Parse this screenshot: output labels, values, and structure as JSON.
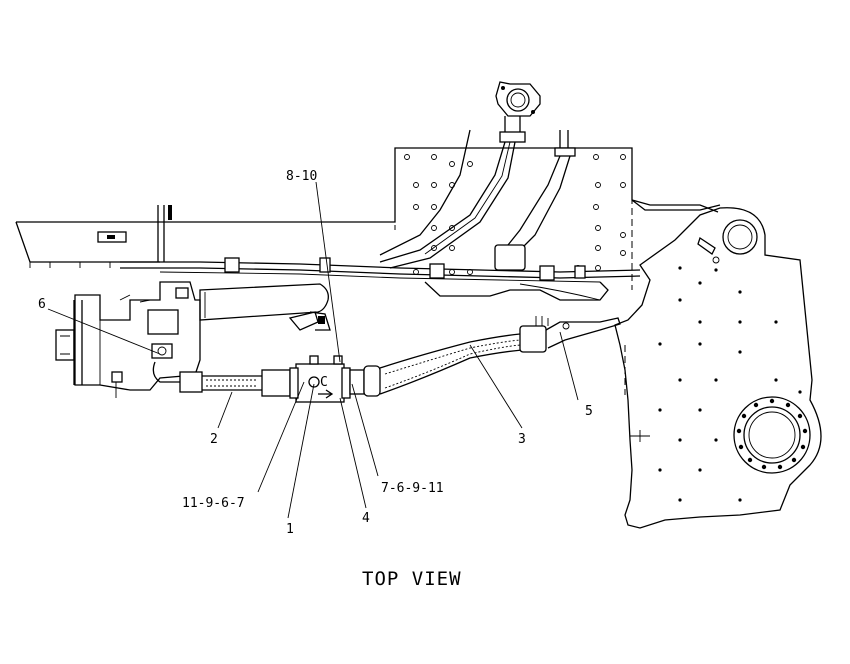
{
  "diagram": {
    "caption": "TOP VIEW",
    "callouts": {
      "c1": "1",
      "c2": "2",
      "c3": "3",
      "c4": "4",
      "c5": "5",
      "c6": "6",
      "c8_10": "8-10",
      "c11_9_6_7": "11-9-6-7",
      "c7_6_9_11": "7-6-9-11"
    },
    "block_letter": "C"
  }
}
